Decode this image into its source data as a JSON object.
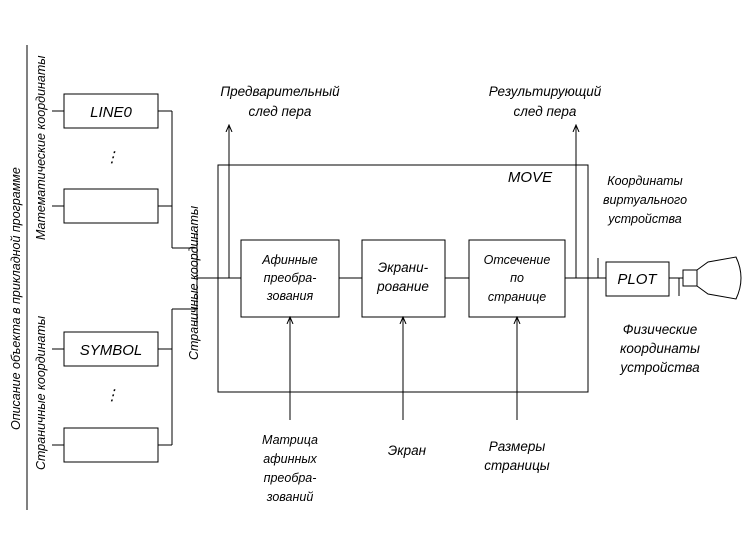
{
  "labels": {
    "object_description": "Описание объекта в прикладной программе",
    "math_coords": "Математические координаты",
    "page_coords_left": "Страничные координаты",
    "page_coords_mid": "Страничные координаты"
  },
  "inputs": {
    "top": [
      "LINE0",
      ""
    ],
    "bottom": [
      "SYMBOL",
      ""
    ],
    "ellipsis": "⋮"
  },
  "move": {
    "label": "MOVE"
  },
  "stages": [
    {
      "lines": [
        "Афинные",
        "преобра-",
        "зования"
      ]
    },
    {
      "lines": [
        "Экрани-",
        "рование"
      ]
    },
    {
      "lines": [
        "Отсечение",
        "по",
        "странице"
      ]
    }
  ],
  "plot": {
    "label": "PLOT"
  },
  "annotations": {
    "pre_trace": [
      "Предварительный",
      "след   пера"
    ],
    "result_trace": [
      "Результирующий",
      "след   пера"
    ],
    "virtual_coords": [
      "Координаты",
      "виртуального",
      "устройства"
    ],
    "physical_coords": [
      "Физические",
      "координаты",
      "устройства"
    ]
  },
  "bottom_labels": {
    "matrix": [
      "Матрица",
      "афинных",
      "преобра-",
      "зований"
    ],
    "screen": "Экран",
    "page_size": [
      "Размеры",
      "страницы"
    ]
  }
}
